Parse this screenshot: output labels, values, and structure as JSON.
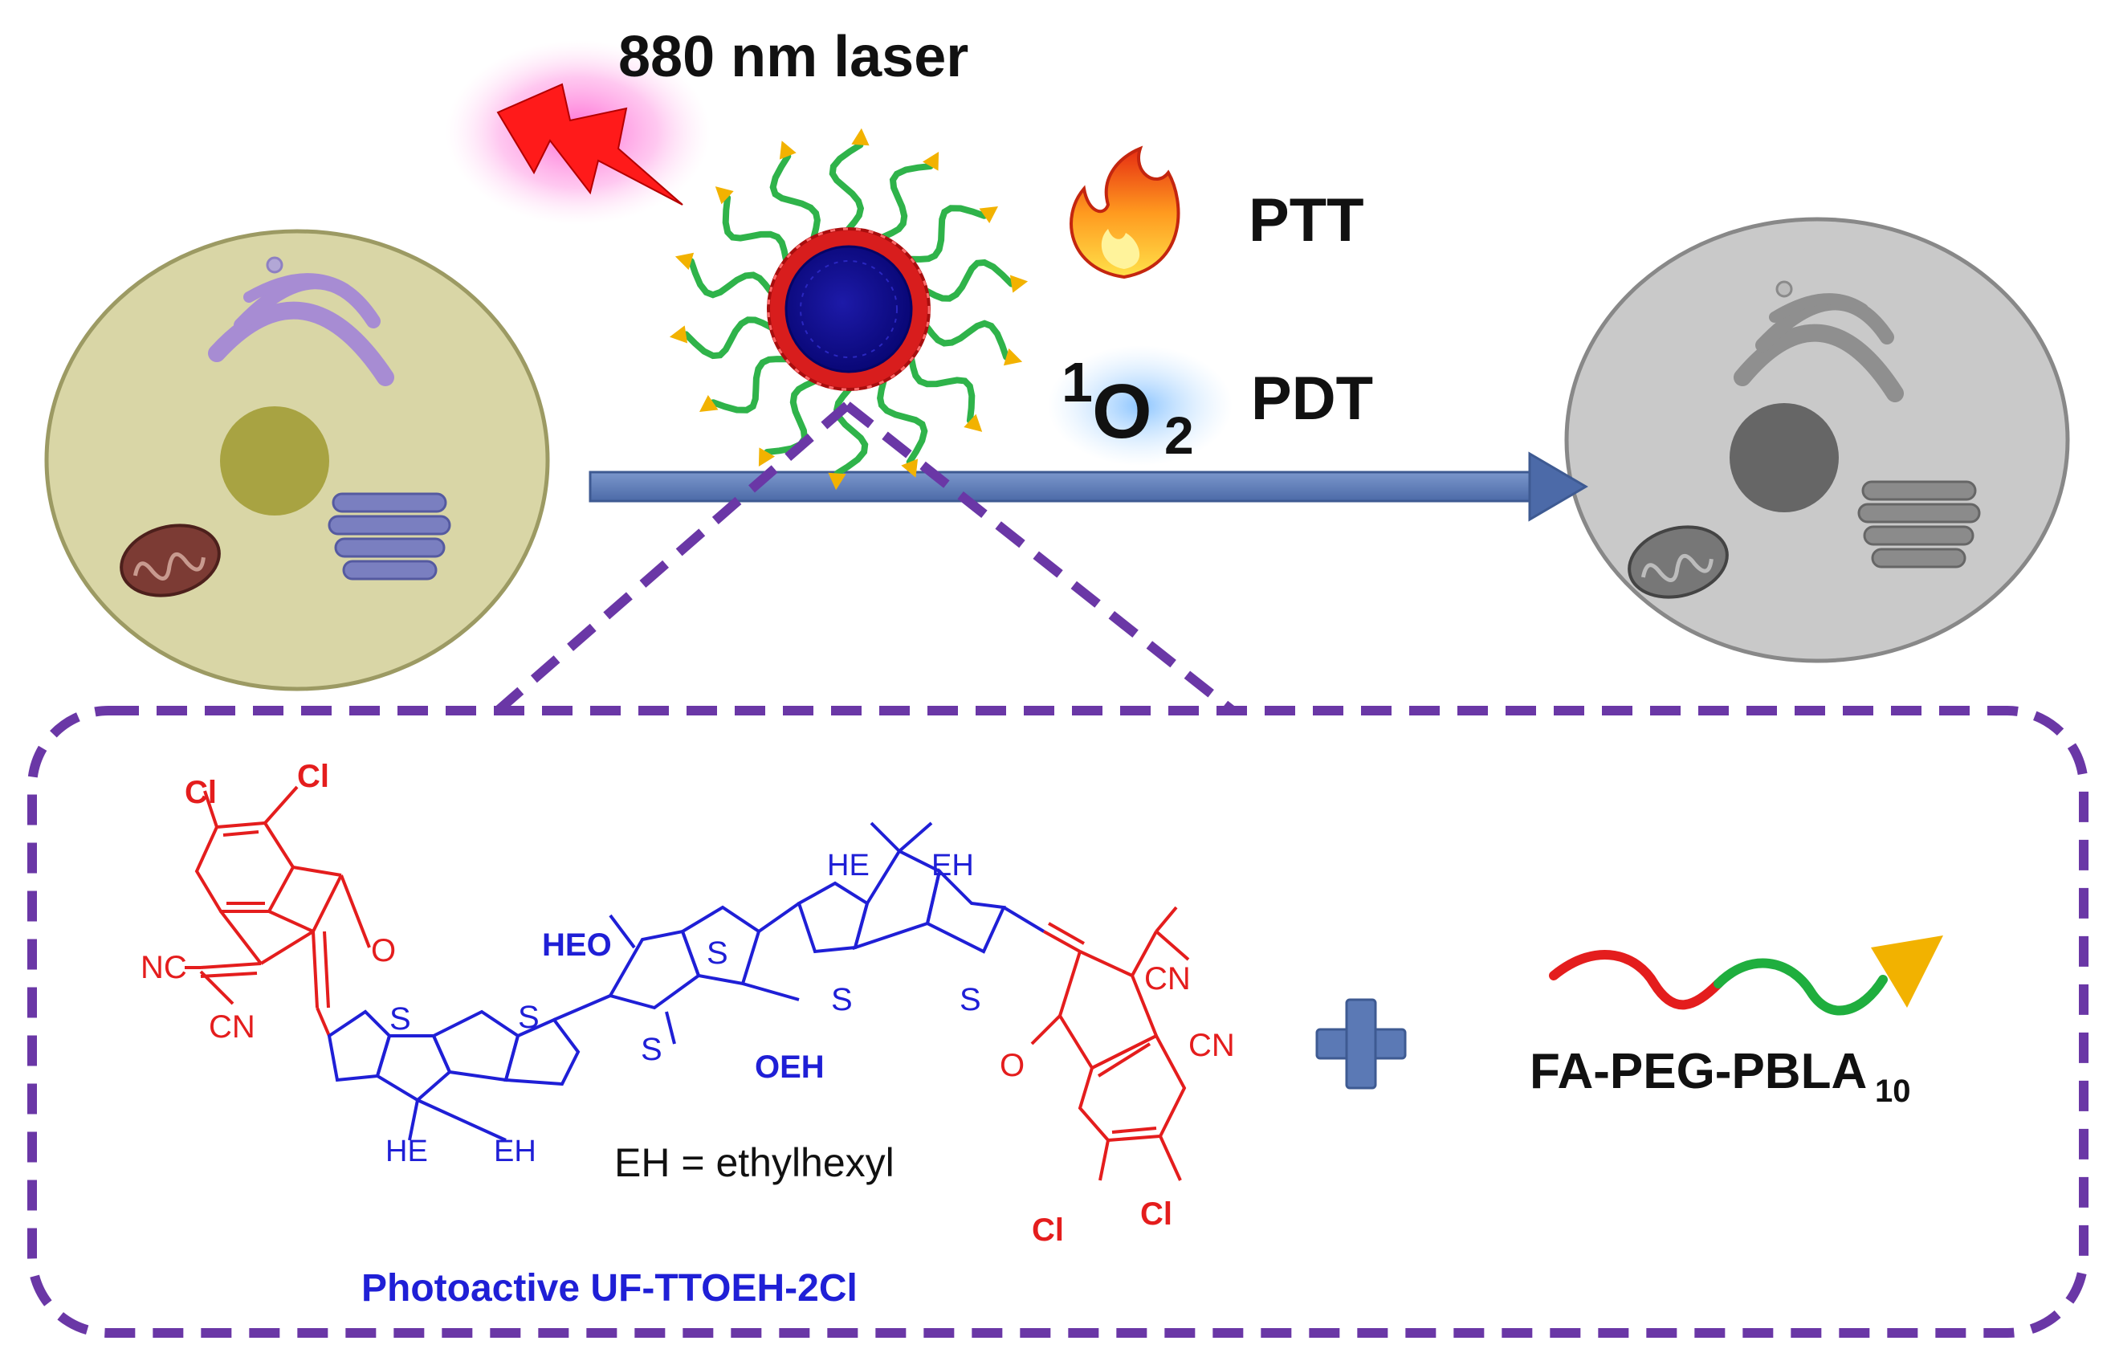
{
  "diagram": {
    "laser_label": "880 nm laser",
    "ptt_label": "PTT",
    "pdt_label": "PDT",
    "singlet_oxygen_sup": "1",
    "singlet_oxygen_base": "O",
    "singlet_oxygen_sub": "2",
    "polymer_label_main": "FA-PEG-PBLA",
    "polymer_label_sub": "10",
    "molecule_caption": "Photoactive UF-TTOEH-2Cl",
    "eh_note": "EH = ethylhexyl",
    "atoms": {
      "cl": "Cl",
      "nc": "NC",
      "cn": "CN",
      "o": "O",
      "s": "S",
      "he": "HE",
      "eh": "EH",
      "heo": "HEO",
      "oeh": "OEH"
    },
    "colors": {
      "acceptor_red": "#e41d1d",
      "donor_blue": "#1f1fd6",
      "frame_purple": "#6a37a6",
      "arrow_blue": "#5b79b5",
      "healthy_cell": "#d9d6a6",
      "dead_cell": "#c9c9c9"
    }
  }
}
